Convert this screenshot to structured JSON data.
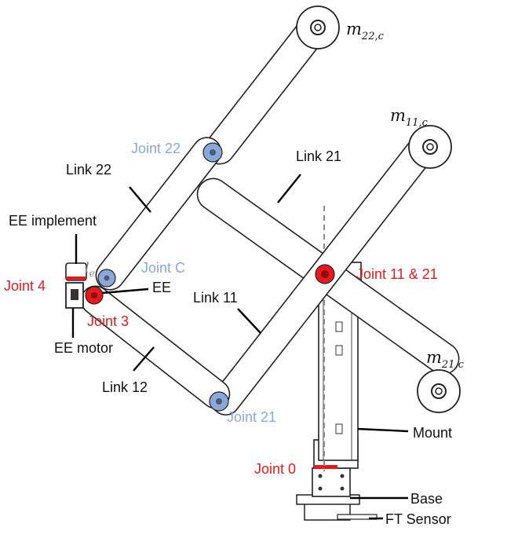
{
  "colors": {
    "joint_red": "#e8191c",
    "joint_blue": "#8aa8d8",
    "outline": "#222222",
    "dashed_axis": "#888888"
  },
  "labels": {
    "m22": {
      "base": "m",
      "sub": "22,c"
    },
    "m11": {
      "base": "m",
      "sub": "11,c"
    },
    "m21": {
      "base": "m",
      "sub": "21,c"
    },
    "joint22": "Joint 22",
    "link21": "Link 21",
    "link22": "Link 22",
    "ee_implement": "EE implement",
    "le": {
      "base": "l",
      "sub": "e"
    },
    "joint_c": "Joint C",
    "joint4": "Joint 4",
    "ee": "EE",
    "joint3": "Joint 3",
    "joint11_21": "Joint 11 & 21",
    "link11": "Link 11",
    "ee_motor": "EE motor",
    "link12": "Link 12",
    "joint21": "Joint 21",
    "mount": "Mount",
    "joint0": "Joint 0",
    "base": "Base",
    "ft_sensor": "FT Sensor"
  }
}
